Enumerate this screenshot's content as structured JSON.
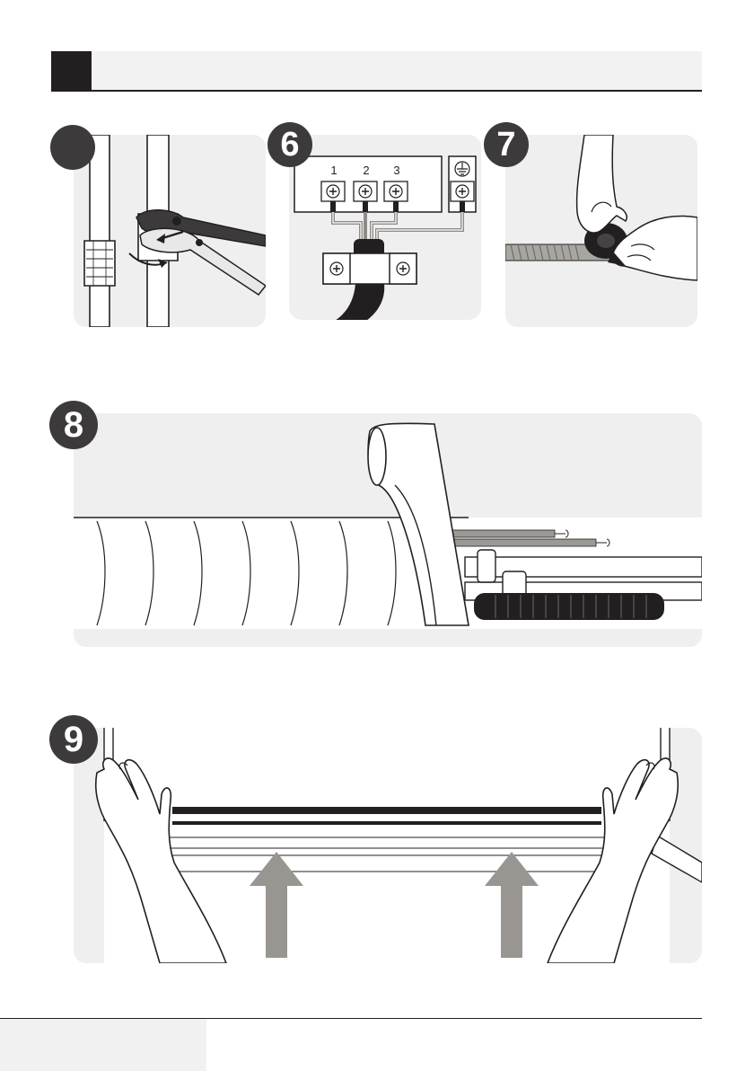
{
  "header": {
    "title": ""
  },
  "steps": {
    "step5": {
      "number": ""
    },
    "step6": {
      "number": "6",
      "terminals": [
        "1",
        "2",
        "3"
      ],
      "ground_symbol": "⏚"
    },
    "step7": {
      "number": "7"
    },
    "step8": {
      "number": "8"
    },
    "step9": {
      "number": "9"
    }
  },
  "icons": [
    "wrench-illustration",
    "terminal-block-diagram",
    "hands-taping-pipe",
    "tape-wrap-illustration",
    "hands-lifting-panel",
    "up-arrow-icon",
    "screw-terminal-icon",
    "ground-icon"
  ],
  "colors": {
    "badge": "#3d3a3b",
    "panel": "#efefef",
    "arrow": "#999691",
    "ink": "#231f20"
  },
  "footer": {
    "text": ""
  }
}
